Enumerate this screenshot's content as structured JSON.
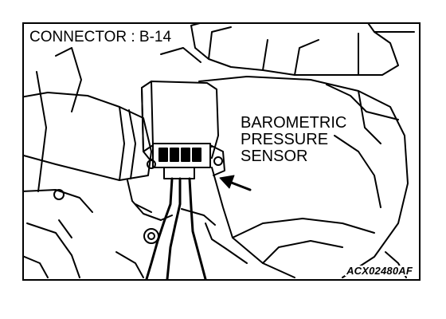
{
  "connector_label": "CONNECTOR : B-14",
  "callout": {
    "lines": [
      "BAROMETRIC",
      "PRESSURE",
      "SENSOR"
    ]
  },
  "figure_code": "ACX02480AF"
}
